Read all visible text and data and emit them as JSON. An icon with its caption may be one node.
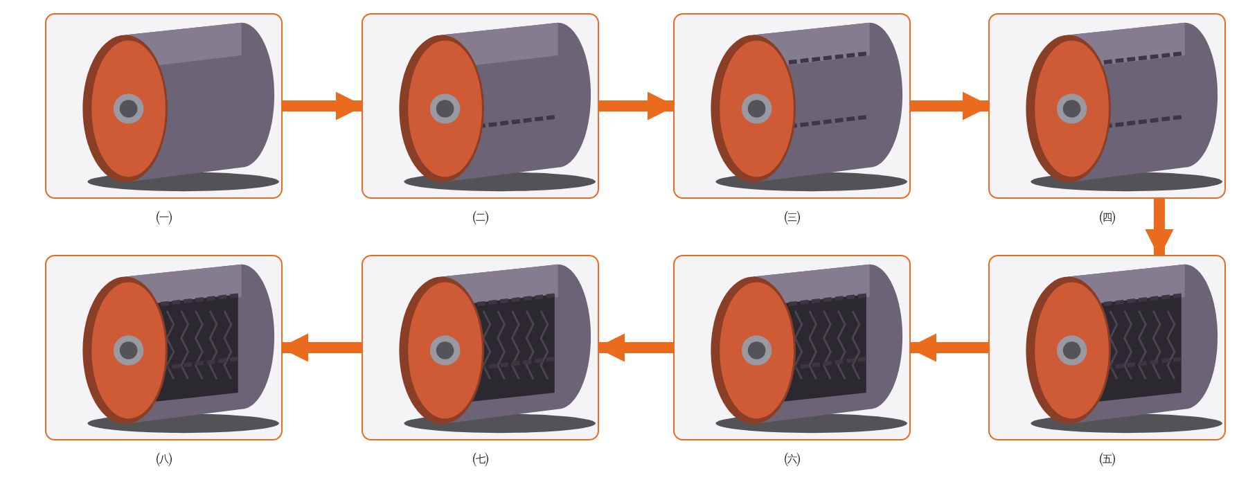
{
  "diagram": {
    "nodes": [
      {
        "text": [],
        "shape": "picture",
        "beside": [
          "㈠"
        ]
      },
      {
        "text": [],
        "shape": "picture",
        "beside": [
          "㈡"
        ]
      },
      {
        "text": [],
        "shape": "picture",
        "beside": [
          "㈢"
        ]
      },
      {
        "text": [],
        "shape": "picture",
        "beside": [
          "㈣"
        ]
      },
      {
        "text": [],
        "shape": "picture",
        "beside": [
          "㈤"
        ]
      },
      {
        "text": [],
        "shape": "picture",
        "beside": [
          "㈥"
        ]
      },
      {
        "text": [],
        "shape": "picture",
        "beside": [
          "㈦"
        ]
      },
      {
        "text": [],
        "shape": "picture",
        "beside": [
          "㈧"
        ]
      }
    ],
    "edges": [
      {
        "from": 0,
        "to": 1,
        "arrow": "to"
      },
      {
        "from": 1,
        "to": 2,
        "arrow": "to"
      },
      {
        "from": 2,
        "to": 3,
        "arrow": "to"
      },
      {
        "from": 3,
        "to": 4,
        "arrow": "to"
      },
      {
        "from": 4,
        "to": 5,
        "arrow": "to"
      },
      {
        "from": 5,
        "to": 6,
        "arrow": "to"
      },
      {
        "from": 6,
        "to": 7,
        "arrow": "to"
      }
    ]
  }
}
